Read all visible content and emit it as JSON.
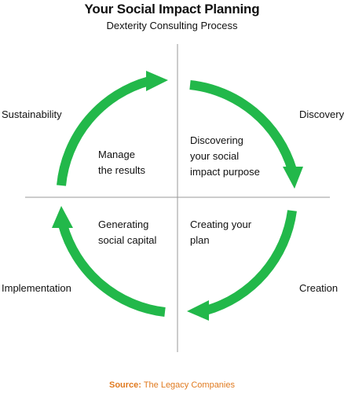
{
  "header": {
    "title": "Your Social Impact Planning",
    "subtitle": "Dexterity Consulting Process"
  },
  "stages": {
    "top_left": "Sustainability",
    "top_right": "Discovery",
    "bottom_right": "Creation",
    "bottom_left": "Implementation"
  },
  "quadrants": {
    "top_left": [
      "Manage",
      "the results"
    ],
    "top_right": [
      "Discovering",
      "your social",
      "impact purpose"
    ],
    "bottom_right": [
      "Creating your",
      "plan"
    ],
    "bottom_left": [
      "Generating",
      "social capital"
    ]
  },
  "source": {
    "label": "Source:",
    "value": "The Legacy Companies"
  },
  "colors": {
    "arrow": "#22b84a",
    "axis": "#9a9a9a",
    "source": "#e07a1f"
  }
}
